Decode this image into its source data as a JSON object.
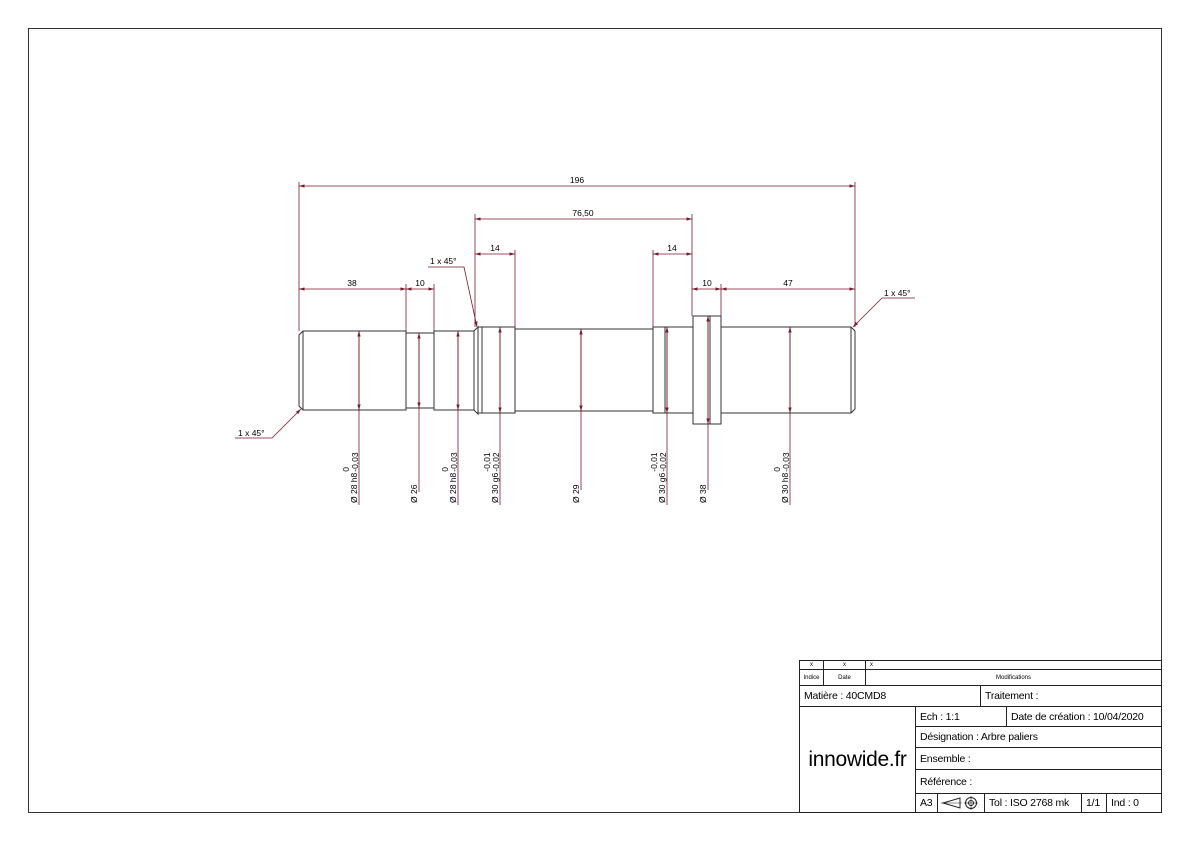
{
  "dimensions": {
    "overall_length": "196",
    "bearing_span": "76,50",
    "len_left_end": "38",
    "len_groove": "10",
    "len_bearing_left": "14",
    "len_bearing_right": "14",
    "len_collar": "10",
    "len_right_end": "47",
    "chamfer_top": "1 x 45°",
    "chamfer_right": "1 x 45°",
    "chamfer_left": "1 x 45°"
  },
  "diameters": [
    {
      "label": "Ø 28 h8",
      "tol_upper": "0",
      "tol_lower": "-0,03"
    },
    {
      "label": "Ø 26",
      "tol_upper": "",
      "tol_lower": ""
    },
    {
      "label": "Ø 28 h8",
      "tol_upper": "0",
      "tol_lower": "-0,03"
    },
    {
      "label": "Ø 30 g6",
      "tol_upper": "-0,01",
      "tol_lower": "-0,02"
    },
    {
      "label": "Ø 29",
      "tol_upper": "",
      "tol_lower": ""
    },
    {
      "label": "Ø 30 g6",
      "tol_upper": "-0,01",
      "tol_lower": "-0,02"
    },
    {
      "label": "Ø 38",
      "tol_upper": "",
      "tol_lower": ""
    },
    {
      "label": "Ø 30 h8",
      "tol_upper": "0",
      "tol_lower": "-0,03"
    }
  ],
  "title_block": {
    "mod_row": [
      "x",
      "x",
      "x"
    ],
    "indice_label": "Indice",
    "date_label": "Date",
    "modifications_label": "Modifications",
    "matiere": "Matière : 40CMD8",
    "traitement": "Traitement :",
    "logo": "innowide.fr",
    "echelle": "Ech : 1:1",
    "date_creation": "Date de création : 10/04/2020",
    "designation": "Désignation : Arbre paliers",
    "ensemble": "Ensemble :",
    "reference": "Référence :",
    "format": "A3",
    "tolerance": "Tol : ISO 2768 mk",
    "page": "1/1",
    "indice": "Ind :  0"
  },
  "colors": {
    "dimension_line": "#7a1a2a",
    "part_outline": "#333333"
  }
}
